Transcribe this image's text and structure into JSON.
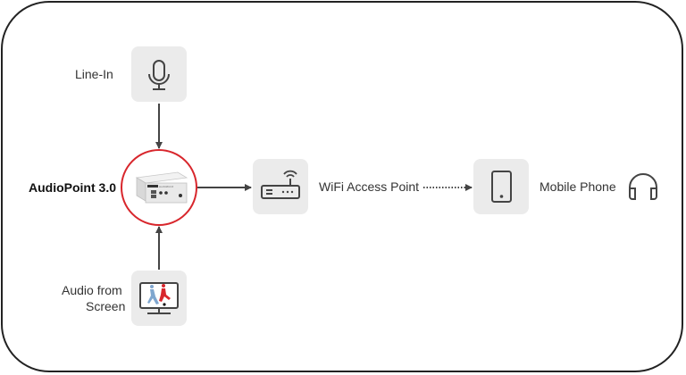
{
  "diagram": {
    "title": "AudioPoint signal flow",
    "nodes": {
      "line_in": {
        "label": "Line-In",
        "icon": "microphone-icon"
      },
      "audiopoint": {
        "label": "AudioPoint 3.0",
        "icon": "audiopoint-device-image",
        "brand": "BAREX",
        "model": "AudioPoint"
      },
      "screen": {
        "label_line1": "Audio from",
        "label_line2": "Screen",
        "icon": "tv-screen-icon"
      },
      "wifi": {
        "label": "WiFi Access Point",
        "icon": "router-icon"
      },
      "phone": {
        "label": "Mobile Phone",
        "icon": "smartphone-icon"
      },
      "headphones": {
        "icon": "headphones-icon"
      }
    },
    "edges": [
      {
        "from": "Line-In",
        "to": "AudioPoint 3.0",
        "style": "solid"
      },
      {
        "from": "Audio from Screen",
        "to": "AudioPoint 3.0",
        "style": "solid"
      },
      {
        "from": "AudioPoint 3.0",
        "to": "WiFi Access Point",
        "style": "solid"
      },
      {
        "from": "WiFi Access Point",
        "to": "Mobile Phone",
        "style": "dotted"
      }
    ],
    "colors": {
      "accent": "#d8262c",
      "box": "#ebebeb",
      "stroke": "#444444",
      "player_blue": "#7fa6cf",
      "player_red": "#d8262c"
    }
  }
}
